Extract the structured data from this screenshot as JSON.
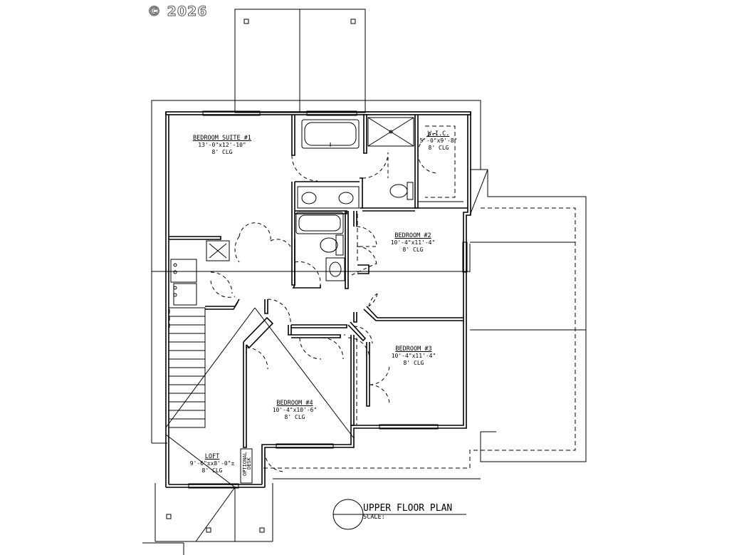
{
  "copyright": "© 2026",
  "plan": {
    "title": "UPPER FLOOR PLAN",
    "scale_label": "SCALE:"
  },
  "rooms": {
    "bedroom_suite_1": {
      "name": "BEDROOM SUITE #1",
      "dims": "13'-0\"x12'-10\"",
      "ceiling": "8' CLG"
    },
    "wic": {
      "name": "W.I.C.",
      "dims": "5'-0\"x9'-8\"",
      "ceiling": "8' CLG"
    },
    "bedroom_2": {
      "name": "BEDROOM #2",
      "dims": "10'-4\"x11'-4\"",
      "ceiling": "8' CLG"
    },
    "bedroom_3": {
      "name": "BEDROOM #3",
      "dims": "10'-4\"x11'-4\"",
      "ceiling": "8' CLG"
    },
    "bedroom_4": {
      "name": "BEDROOM #4",
      "dims": "10'-4\"x10'-6\"",
      "ceiling": "8' CLG"
    },
    "loft": {
      "name": "LOFT",
      "dims": "9'-6\"±x8'-0\"±",
      "ceiling": "8' CLG"
    }
  },
  "optional_desk": "OPTIONAL DESK"
}
